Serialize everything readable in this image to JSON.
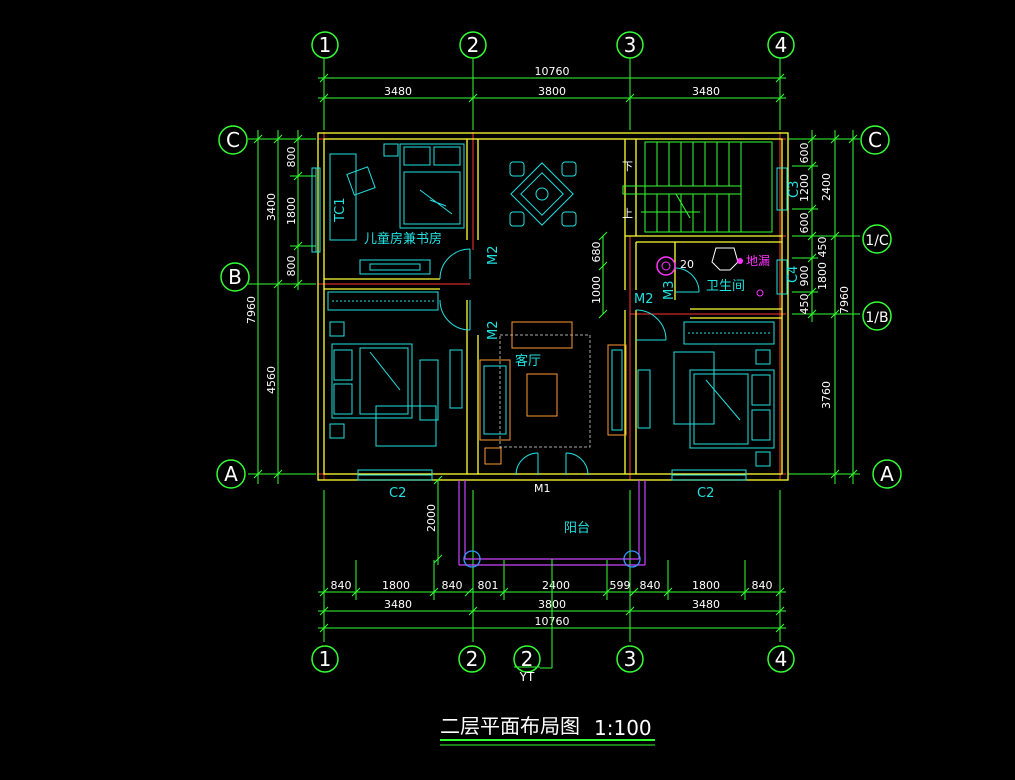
{
  "title": {
    "text": "二层平面布局图",
    "scale": "1:100"
  },
  "axes": {
    "columns_top": [
      "1",
      "2",
      "3",
      "4"
    ],
    "columns_bottom": [
      "1",
      "2",
      "2",
      "3",
      "4"
    ],
    "rows_left": [
      "C",
      "B",
      "A"
    ],
    "rows_right": [
      "C",
      "1/C",
      "1/B",
      "A"
    ],
    "yt_label": "YT"
  },
  "dimensions": {
    "top_total": "10760",
    "top_spans": [
      "3480",
      "3800",
      "3480"
    ],
    "bottom_detail": [
      "840",
      "1800",
      "840",
      "801",
      "2400",
      "599",
      "840",
      "1800",
      "840"
    ],
    "bottom_spans": [
      "3480",
      "3800",
      "3480"
    ],
    "bottom_total": "10760",
    "left_total": "7960",
    "left_spans": [
      "3400",
      "4560"
    ],
    "left_detail": [
      "800",
      "1800",
      "800"
    ],
    "right_total": "7960",
    "right_spans": [
      "2400",
      "3760"
    ],
    "right_detail": [
      "600",
      "1200",
      "600",
      "450",
      "1800",
      "900",
      "450"
    ],
    "mid_vertical": [
      "680",
      "1000"
    ],
    "balcony_depth": "2000"
  },
  "rooms": {
    "kids_study": "儿童房兼书房",
    "living": "客厅",
    "bathroom": "卫生间",
    "balcony": "阳台",
    "floor_drain": "地漏",
    "stair_down": "下",
    "stair_up": "上"
  },
  "openings": {
    "tc1": "TC1",
    "c2_left": "C2",
    "c2_right": "C2",
    "c3": "C3",
    "c4": "C4",
    "m1": "M1",
    "m2_a": "M2",
    "m2_b": "M2",
    "m2_c": "M2",
    "m3": "M3",
    "d20": "20"
  },
  "colors": {
    "background": "#000000",
    "dim_lines": "#33ff33",
    "walls": "#ffff33",
    "grid_red": "#ff3333",
    "furniture": "#22e0e0",
    "balcony": "#cc44ff",
    "text": "#ffffff"
  }
}
